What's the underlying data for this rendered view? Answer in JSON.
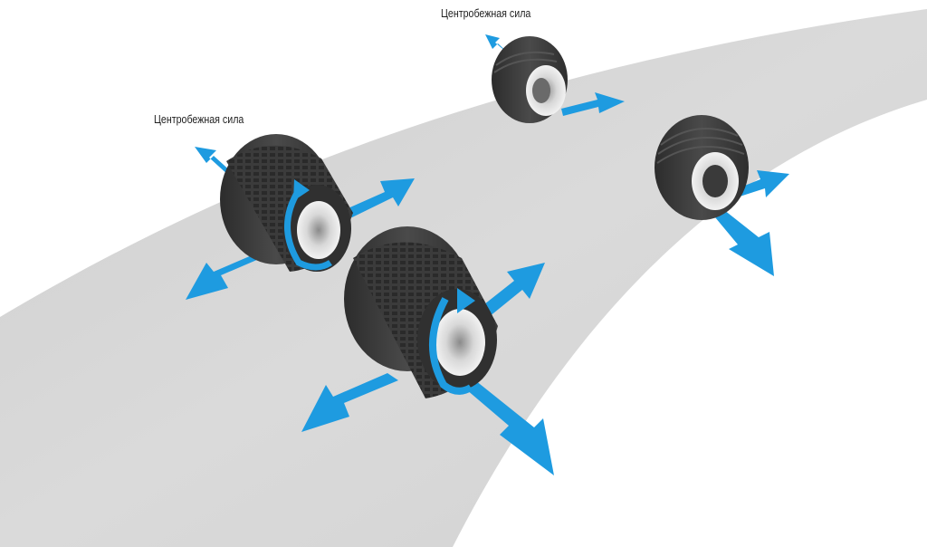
{
  "title": "Forces acting on truck tyres when cornering",
  "labels": {
    "top": "Центробежная сила",
    "left": "Центробежная сила"
  },
  "colors": {
    "arrow": "#1e9be0",
    "road": "#d6d6d6",
    "road_shadow": "#c2c2c2",
    "tyre": "#3a3a3a",
    "tyre_dark": "#262626",
    "rim": "#dcdcdc",
    "background": "#ffffff"
  },
  "wheels": [
    {
      "id": "rear-left-dual",
      "type": "dual",
      "tread": "block"
    },
    {
      "id": "rear-right-dual",
      "type": "dual",
      "tread": "block"
    },
    {
      "id": "front-left-single",
      "type": "single",
      "tread": "rib"
    },
    {
      "id": "front-right-single",
      "type": "single",
      "tread": "rib"
    }
  ]
}
